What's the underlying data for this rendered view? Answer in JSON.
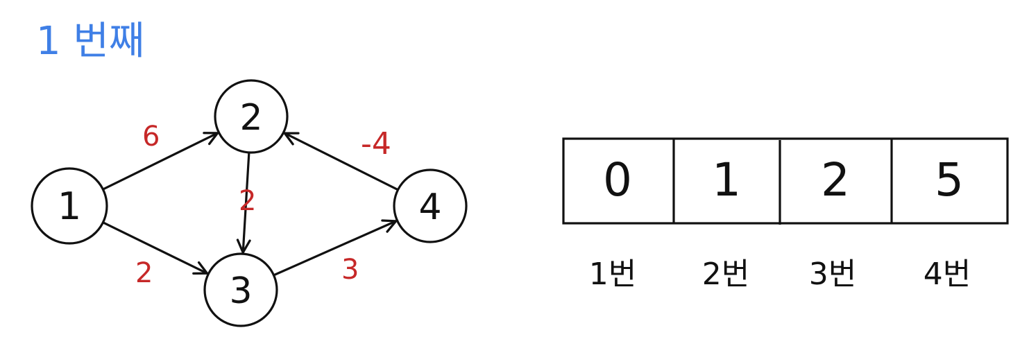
{
  "title": "1 번째",
  "colors": {
    "title": "#3f7fe6",
    "weight": "#c62828",
    "ink": "#111111"
  },
  "graph": {
    "nodes": [
      {
        "id": "1",
        "label": "1"
      },
      {
        "id": "2",
        "label": "2"
      },
      {
        "id": "3",
        "label": "3"
      },
      {
        "id": "4",
        "label": "4"
      }
    ],
    "edges": [
      {
        "from": "1",
        "to": "2",
        "weight": "6"
      },
      {
        "from": "1",
        "to": "3",
        "weight": "2"
      },
      {
        "from": "2",
        "to": "3",
        "weight": "2"
      },
      {
        "from": "3",
        "to": "4",
        "weight": "3"
      },
      {
        "from": "4",
        "to": "2",
        "weight": "-4"
      }
    ]
  },
  "distance_table": {
    "values": [
      "0",
      "1",
      "2",
      "5"
    ],
    "labels": [
      "1번",
      "2번",
      "3번",
      "4번"
    ]
  }
}
